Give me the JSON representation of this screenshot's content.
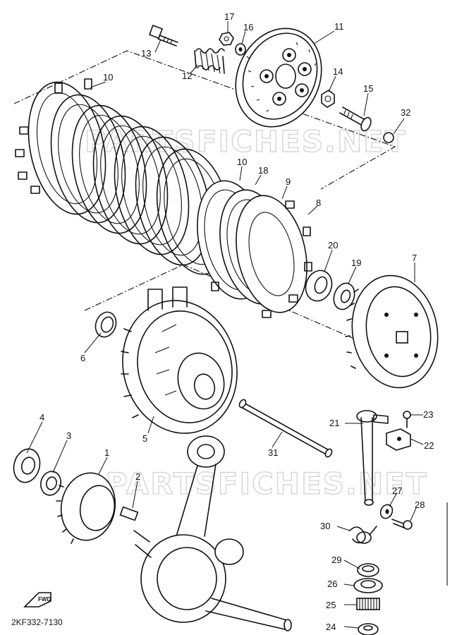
{
  "watermark": "PARTSFICHES.NET",
  "diagram_code": "2KF332-7130",
  "fwd_label": "FWD",
  "callouts": {
    "p1": "1",
    "p2": "2",
    "p3": "3",
    "p4": "4",
    "p5": "5",
    "p6": "6",
    "p7": "7",
    "p8": "8",
    "p9": "9",
    "p10a": "10",
    "p10b": "10",
    "p11": "11",
    "p12": "12",
    "p13": "13",
    "p14": "14",
    "p15": "15",
    "p16": "16",
    "p17": "17",
    "p18": "18",
    "p19": "19",
    "p20": "20",
    "p21": "21",
    "p22": "22",
    "p23": "23",
    "p24": "24",
    "p25": "25",
    "p26": "26",
    "p27": "27",
    "p28": "28",
    "p29": "29",
    "p30": "30",
    "p31": "31",
    "p32": "32"
  },
  "colors": {
    "ink": "#111111",
    "watermark": "#cfcfcf",
    "background": "#ffffff"
  }
}
